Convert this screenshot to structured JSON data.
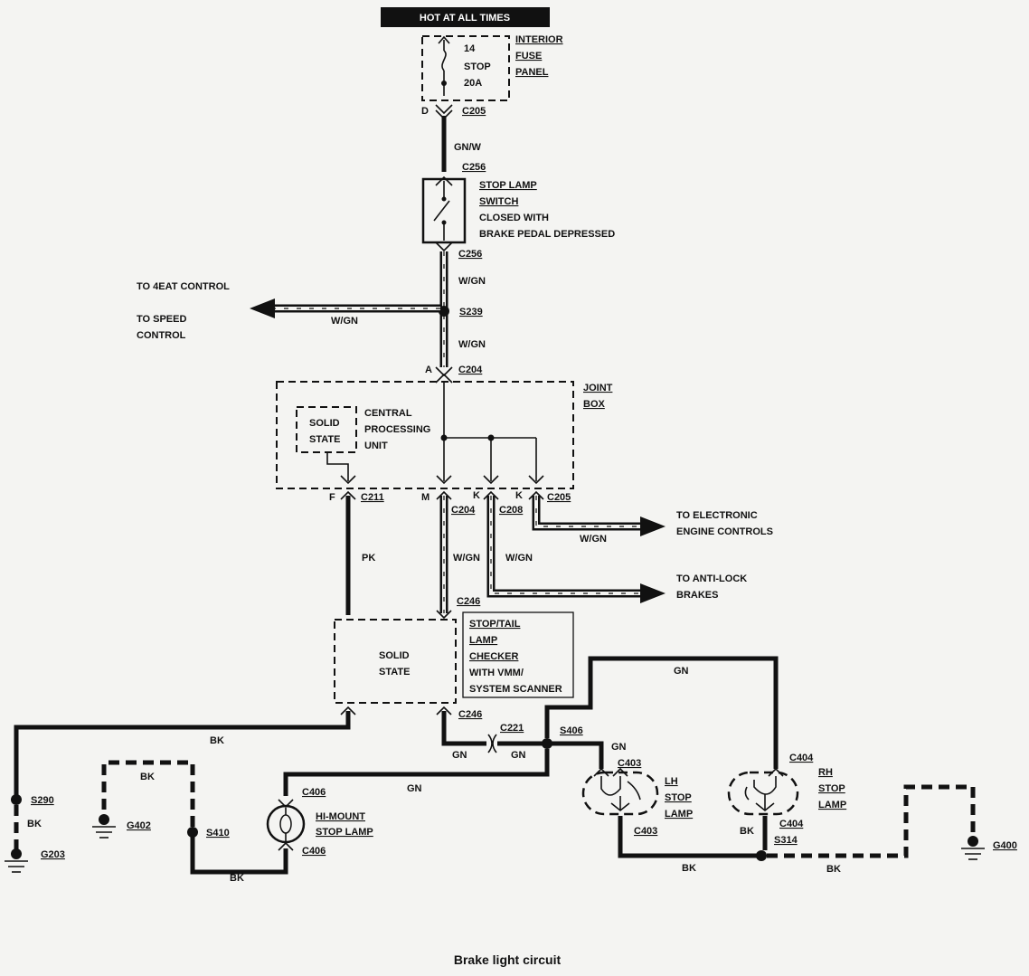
{
  "title_banner": "HOT AT ALL TIMES",
  "fuse": {
    "line1": "14",
    "line2": "STOP",
    "line3": "20A"
  },
  "fuse_panel": {
    "line1": "INTERIOR",
    "line2": "FUSE",
    "line3": "PANEL"
  },
  "stop_lamp_switch": {
    "line1": "STOP LAMP",
    "line2": "SWITCH",
    "line3": "CLOSED WITH",
    "line4": "BRAKE PEDAL DEPRESSED"
  },
  "joint_box": {
    "line1": "JOINT",
    "line2": "BOX"
  },
  "cpu": {
    "line1": "CENTRAL",
    "line2": "PROCESSING",
    "line3": "UNIT"
  },
  "solid_state": {
    "line1": "SOLID",
    "line2": "STATE"
  },
  "checker": {
    "line1": "STOP/TAIL",
    "line2": "LAMP",
    "line3": "CHECKER",
    "line4": "WITH VMM/",
    "line5": "SYSTEM SCANNER"
  },
  "destinations": {
    "eat": "TO 4EAT CONTROL",
    "speed1": "TO SPEED",
    "speed2": "CONTROL",
    "eec1": "TO ELECTRONIC",
    "eec2": "ENGINE CONTROLS",
    "abs1": "TO ANTI-LOCK",
    "abs2": "BRAKES"
  },
  "hi_mount": {
    "line1": "HI-MOUNT",
    "line2": "STOP LAMP"
  },
  "lh_lamp": {
    "line1": "LH",
    "line2": "STOP",
    "line3": "LAMP"
  },
  "rh_lamp": {
    "line1": "RH",
    "line2": "STOP",
    "line3": "LAMP"
  },
  "connectors": {
    "c205": "C205",
    "c256": "C256",
    "c204": "C204",
    "c211": "C211",
    "c208": "C208",
    "c246": "C246",
    "c221": "C221",
    "c406": "C406",
    "c403": "C403",
    "c404": "C404"
  },
  "splices": {
    "s239": "S239",
    "s290": "S290",
    "s410": "S410",
    "s406": "S406",
    "s314": "S314"
  },
  "grounds": {
    "g203": "G203",
    "g402": "G402",
    "g400": "G400"
  },
  "pins": {
    "d": "D",
    "a": "A",
    "f": "F",
    "m": "M",
    "k": "K"
  },
  "wire_colors": {
    "gnw": "GN/W",
    "wgn": "W/GN",
    "pk": "PK",
    "bk": "BK",
    "gn": "GN"
  },
  "caption": "Brake light circuit"
}
